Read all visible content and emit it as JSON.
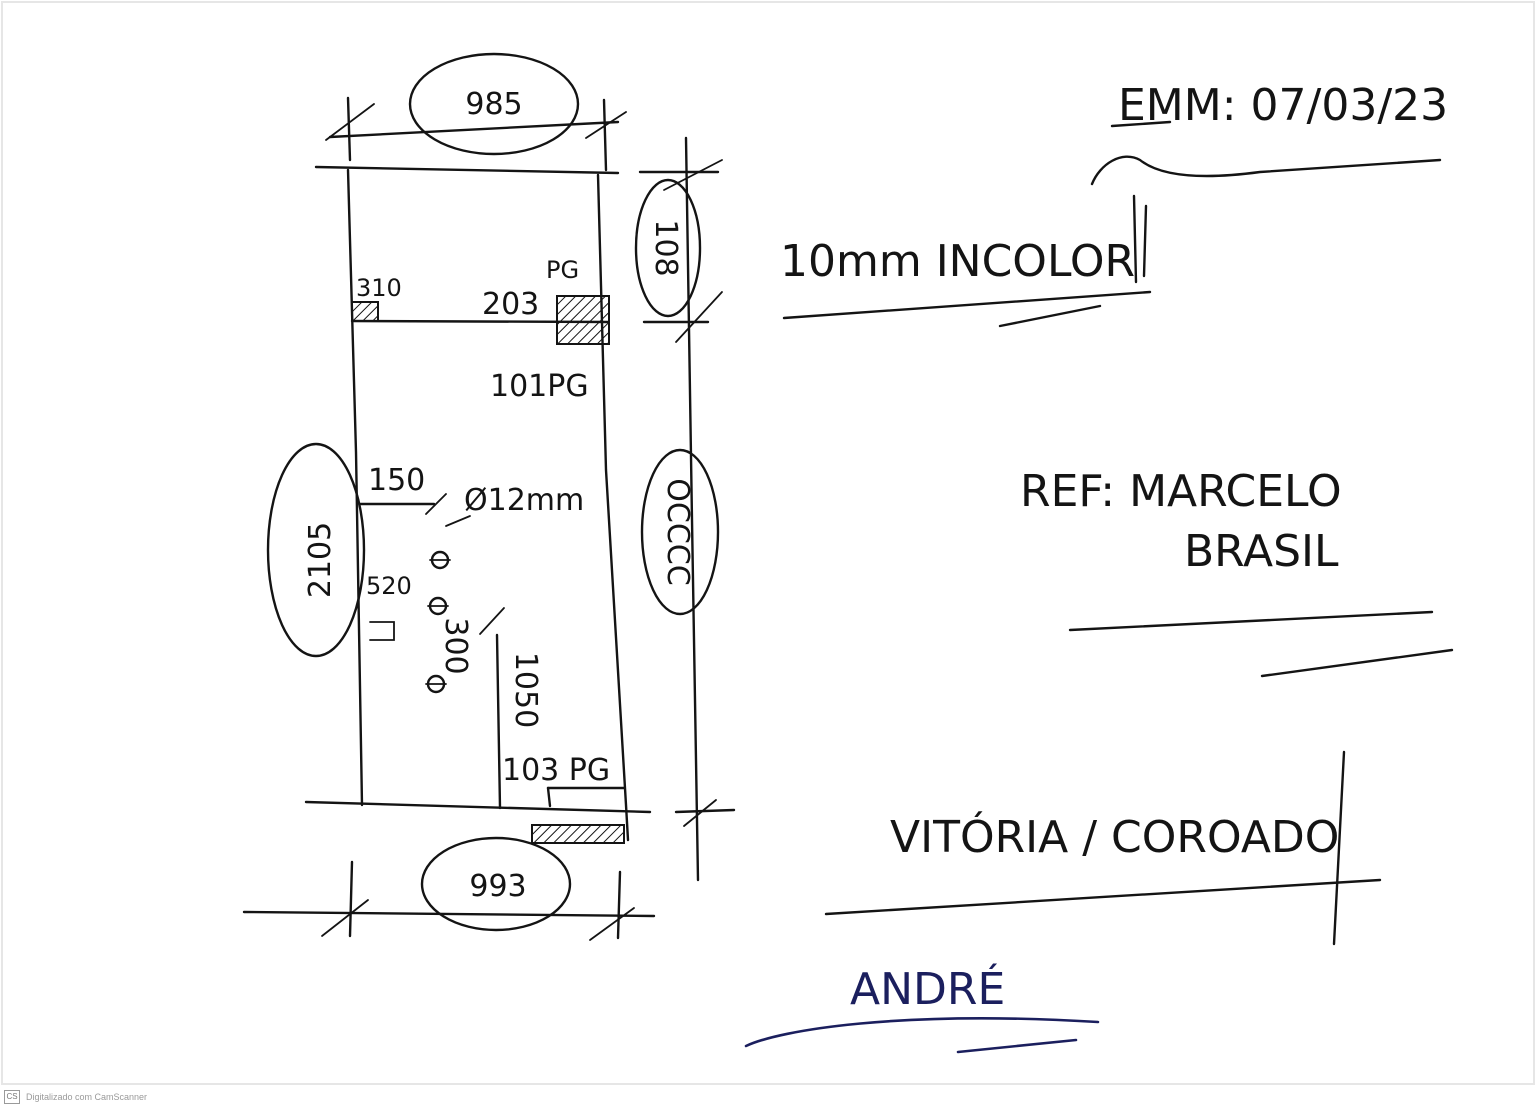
{
  "drawing": {
    "top_width": "985",
    "bottom_width": "993",
    "right_upper_height": "108",
    "right_lower_height": "OCCCC",
    "left_height": "2105",
    "label_310": "310",
    "label_pg_top": "PG",
    "label_203": "203",
    "label_101pg": "101PG",
    "label_150": "150",
    "label_hole": "Ø12mm",
    "label_520": "520",
    "label_300": "300",
    "label_1050": "1050",
    "label_103pg": "103 PG"
  },
  "notes": {
    "date": "EMM: 07/03/23",
    "glass": "10mm INCOLOR",
    "ref_line1": "REF: MARCELO",
    "ref_line2": "BRASIL",
    "location": "VITÓRIA / COROADO",
    "signature": "ANDRÉ"
  },
  "footer": {
    "logo": "CS",
    "text": "Digitalizado com CamScanner"
  },
  "colors": {
    "ink": "#141414",
    "signature_ink": "#1b1f5e",
    "paper": "#ffffff"
  }
}
